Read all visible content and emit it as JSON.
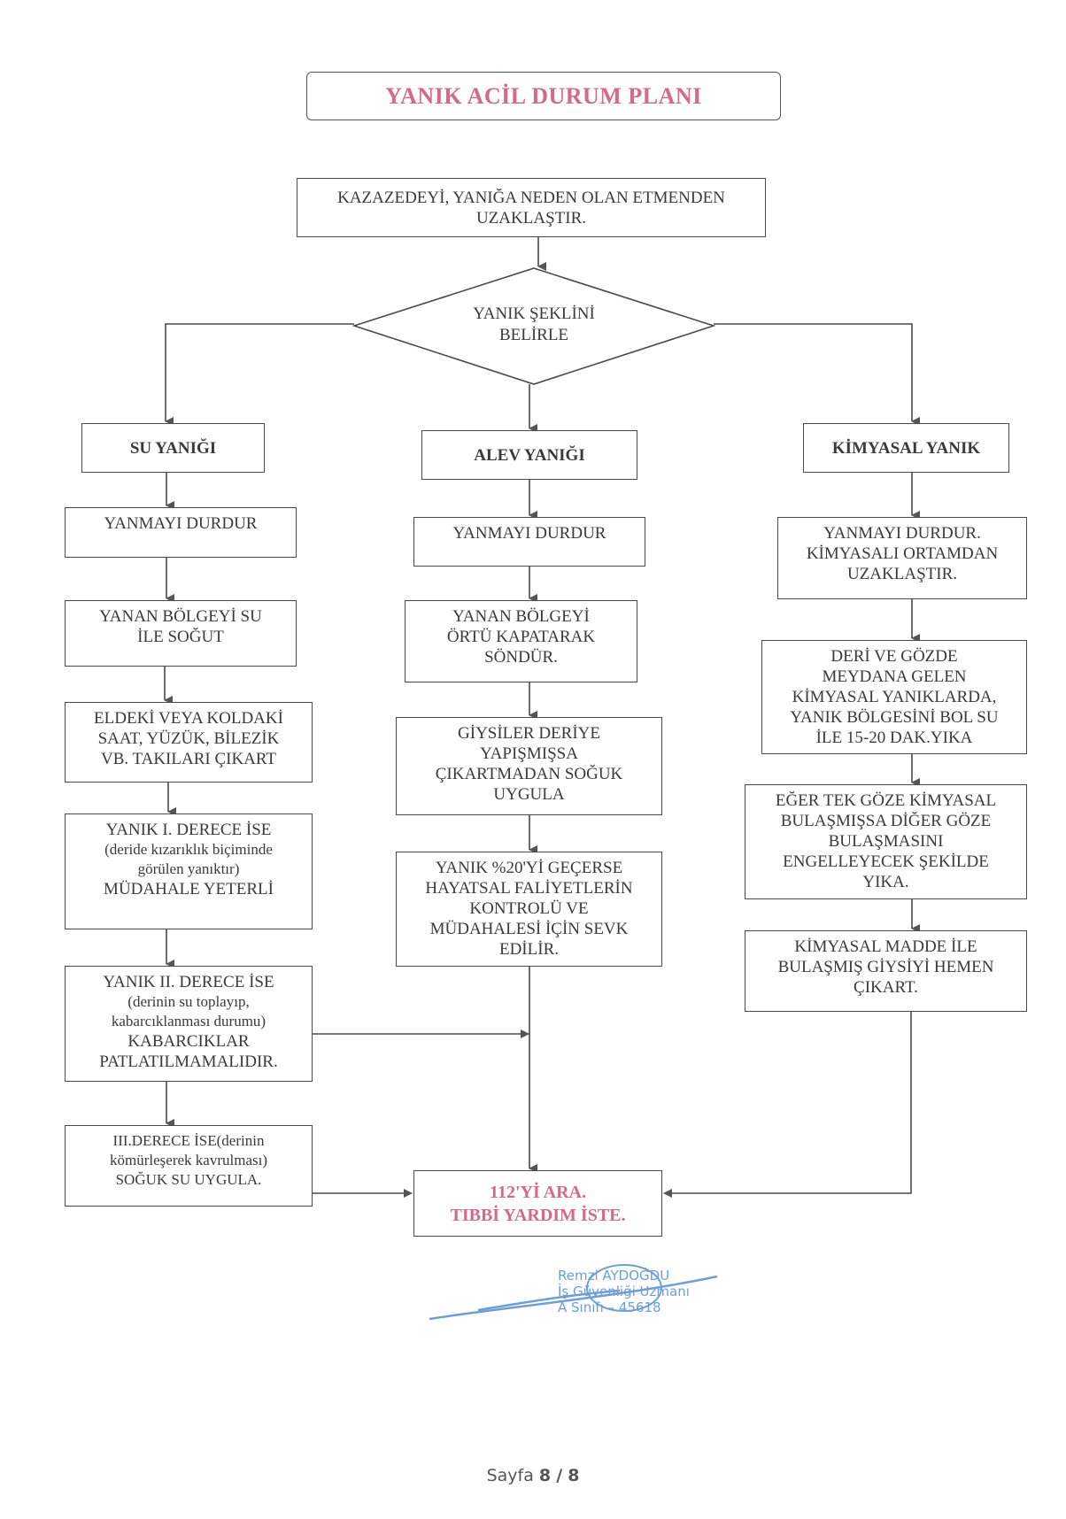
{
  "title": "YANIK ACİL DURUM PLANI",
  "start": [
    "KAZAZEDEYİ, YANIĞA NEDEN OLAN ETMENDEN",
    "UZAKLAŞTIR."
  ],
  "decision": [
    "YANIK ŞEKLİNİ",
    "BELİRLE"
  ],
  "branches": {
    "water": {
      "label": "SU YANIĞI",
      "steps": [
        [
          "YANMAYI DURDUR"
        ],
        [
          "YANAN BÖLGEYİ SU",
          "İLE SOĞUT"
        ],
        [
          "ELDEKİ VEYA KOLDAKİ",
          "SAAT, YÜZÜK, BİLEZİK",
          "VB. TAKILARI ÇIKART"
        ],
        [
          "YANIK I. DERECE İSE",
          "(deride kızarıklık biçiminde",
          "görülen yanıktır)",
          "MÜDAHALE YETERLİ"
        ],
        [
          "YANIK II. DERECE İSE",
          "(derinin su toplayıp,",
          "kabarcıklanması durumu)",
          "KABARCIKLAR",
          "PATLATILMAMALIDIR."
        ],
        [
          "III.DERECE İSE(derinin",
          "kömürleşerek kavrulması)",
          "SOĞUK SU UYGULA."
        ]
      ]
    },
    "flame": {
      "label": "ALEV YANIĞI",
      "steps": [
        [
          "YANMAYI DURDUR"
        ],
        [
          "YANAN BÖLGEYİ",
          "ÖRTÜ KAPATARAK",
          "SÖNDÜR."
        ],
        [
          "GİYSİLER DERİYE",
          "YAPIŞMIŞSA",
          "ÇIKARTMADAN SOĞUK",
          "UYGULA"
        ],
        [
          "YANIK %20'Yİ GEÇERSE",
          "HAYATSAL FALİYETLERİN",
          "KONTROLÜ VE",
          "MÜDAHALESİ İÇİN SEVK",
          "EDİLİR."
        ]
      ]
    },
    "chemical": {
      "label": "KİMYASAL YANIK",
      "steps": [
        [
          "YANMAYI DURDUR.",
          "KİMYASALI ORTAMDAN",
          "UZAKLAŞTIR."
        ],
        [
          "DERİ VE GÖZDE",
          "MEYDANA GELEN",
          "KİMYASAL YANIKLARDA,",
          "YANIK BÖLGESİNİ BOL SU",
          "İLE 15-20 DAK.YIKA"
        ],
        [
          "EĞER TEK GÖZE KİMYASAL",
          "BULAŞMIŞSA DİĞER GÖZE",
          "BULAŞMASINI",
          "ENGELLEYECEK ŞEKİLDE",
          "YIKA."
        ],
        [
          "KİMYASAL MADDE İLE",
          "BULAŞMIŞ GİYSİYİ HEMEN",
          "ÇIKART."
        ]
      ]
    }
  },
  "final": [
    "112'Yİ ARA.",
    "TIBBİ YARDIM İSTE."
  ],
  "stamp": [
    "Remzi AYDOĞDU",
    "İş Güvenliği Uzmanı",
    "A Sınıfı – 45618"
  ],
  "footer": {
    "prefix": "Sayfa",
    "page": "8",
    "separator": "/",
    "total": "8"
  },
  "colors": {
    "accent": "#d66a85",
    "line": "#4a4a4a",
    "stamp": "#6f9ed6"
  }
}
